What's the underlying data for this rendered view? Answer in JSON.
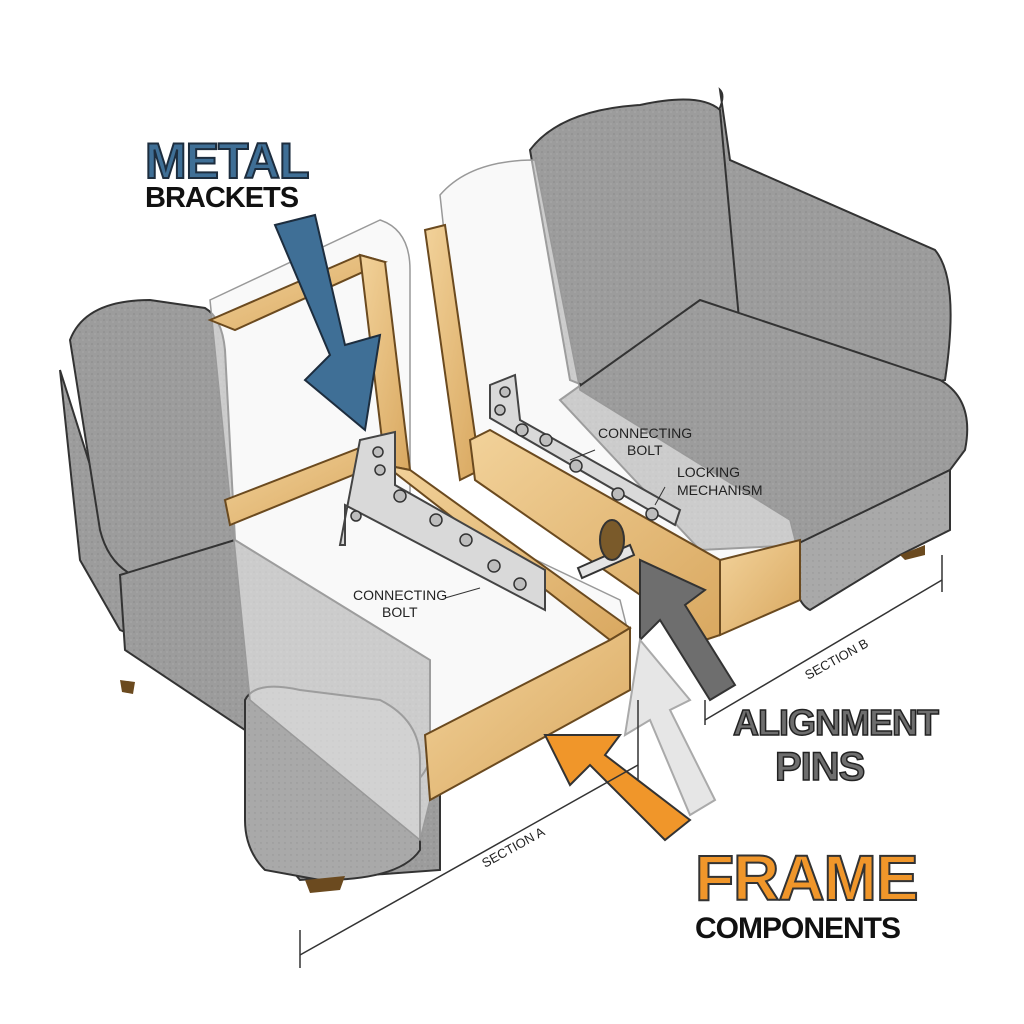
{
  "labels": {
    "metal_line1": "METAL",
    "metal_line2": "BRACKETS",
    "alignment_line1": "ALIGNMENT",
    "alignment_line2": "PINS",
    "frame_line1": "FRAME",
    "frame_line2": "COMPONENTS",
    "connecting_bolt_left": "CONNECTING",
    "connecting_bolt_left_2": "BOLT",
    "connecting_bolt_right": "CONNECTING",
    "connecting_bolt_right_2": "BOLT",
    "locking_1": "LOCKING",
    "locking_2": "MECHANISM",
    "section_a": "SECTION A",
    "section_b": "SECTION B"
  },
  "colors": {
    "metal_blue": "#3f6f96",
    "frame_orange": "#f0962a",
    "alignment_gray": "#6e6e6e",
    "fabric_gray": "#9a9a9a",
    "wood": "#e8c48a"
  }
}
